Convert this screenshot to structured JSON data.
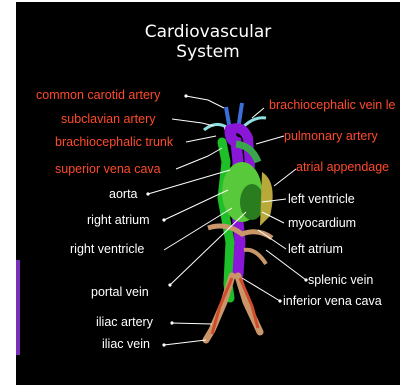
{
  "title": {
    "line1": "Cardiovascular",
    "line2": "System"
  },
  "colors": {
    "background": "#000000",
    "red_label": "#ff4a2c",
    "white_label": "#ffffff",
    "aorta": "#8a16d8",
    "vena_cava": "#1fbf2a",
    "atrium": "#58c93a",
    "appendage": "#b9a83a",
    "vein_tan": "#c9966a"
  },
  "labels": {
    "common_carotid_artery": "common carotid artery",
    "subclavian_artery": "subclavian artery",
    "brachiocephalic_trunk": "brachiocephalic trunk",
    "superior_vena_cava": "superior vena cava",
    "aorta": "aorta",
    "right_atrium": "right atrium",
    "right_ventricle": "right ventricle",
    "portal_vein": "portal vein",
    "iliac_artery": "iliac artery",
    "iliac_vein": "iliac vein",
    "brachiocephalic_vein": "brachiocephalic vein le",
    "pulmonary_artery": "pulmonary artery",
    "atrial_appendage": "atrial appendage",
    "left_ventricle": "left ventricle",
    "myocardium": "myocardium",
    "left_atrium": "left atrium",
    "splenic_vein": "splenic vein",
    "inferior_vena_cava": "inferior vena cava"
  }
}
